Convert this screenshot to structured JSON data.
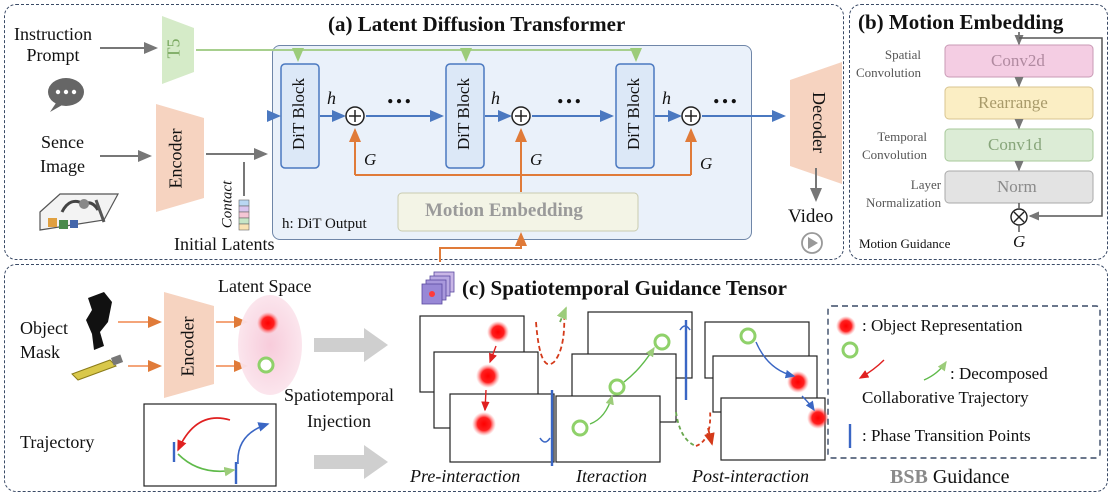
{
  "panel_a": {
    "title": "(a) Latent Diffusion Transformer",
    "instruction_prompt_label": "Instruction\nPrompt",
    "t5_label": "T5",
    "scene_image_label": "Sence\nImage",
    "encoder_label": "Encoder",
    "contact_label": "Contact",
    "initial_latents_label": "Initial Latents",
    "dit_block_label": "DiT Block",
    "h_symbol": "h",
    "g_symbol": "G",
    "ellipsis": "…",
    "motion_embedding_label": "Motion Embedding",
    "h_legend": "h: DiT Output",
    "decoder_label": "Decoder",
    "video_label": "Video"
  },
  "panel_b": {
    "title": "(b) Motion Embedding",
    "blocks": [
      "Conv2d",
      "Rearrange",
      "Conv1d",
      "Norm"
    ],
    "side_labels": [
      "Spatial\nConvolution",
      "Temporal\nConvolution",
      "Layer\nNormalization"
    ],
    "guidance_label": "Motion Guidance",
    "g_symbol": "G"
  },
  "panel_c": {
    "title": "(c) Spatiotemporal Guidance Tensor",
    "latent_space_label": "Latent Space",
    "object_mask_label": "Object\nMask",
    "encoder_label": "Encoder",
    "trajectory_label": "Trajectory",
    "injection_label": "Spatiotemporal\nInjection",
    "phases": [
      "Pre-interaction",
      "Iteraction",
      "Post-interaction"
    ],
    "legend": {
      "object_repr": ": Object Representation",
      "decomposed": ": Decomposed",
      "collab": "Collaborative Trajectory",
      "phase_points": ": Phase Transition Points"
    },
    "bsb": "BSB",
    "guidance": " Guidance"
  },
  "colors": {
    "panel_border": "#3a4a66",
    "transformer_bg": "#eaf1fa",
    "dit_block": "#dce8f7",
    "arrow_blue": "#4a78c0",
    "arrow_orange": "#e07b39",
    "t5_green": "#d5ebc8",
    "encoder_peach": "#f6d3c0",
    "conv2d_pink": "#f4cde3",
    "rearrange_yellow": "#fbeec4",
    "conv1d_green": "#dcecd6",
    "norm_gray": "#e3e3e3",
    "object_red": "#ff1a1a",
    "object_green": "#8fd16a",
    "phase_line": "#3a66c4"
  }
}
